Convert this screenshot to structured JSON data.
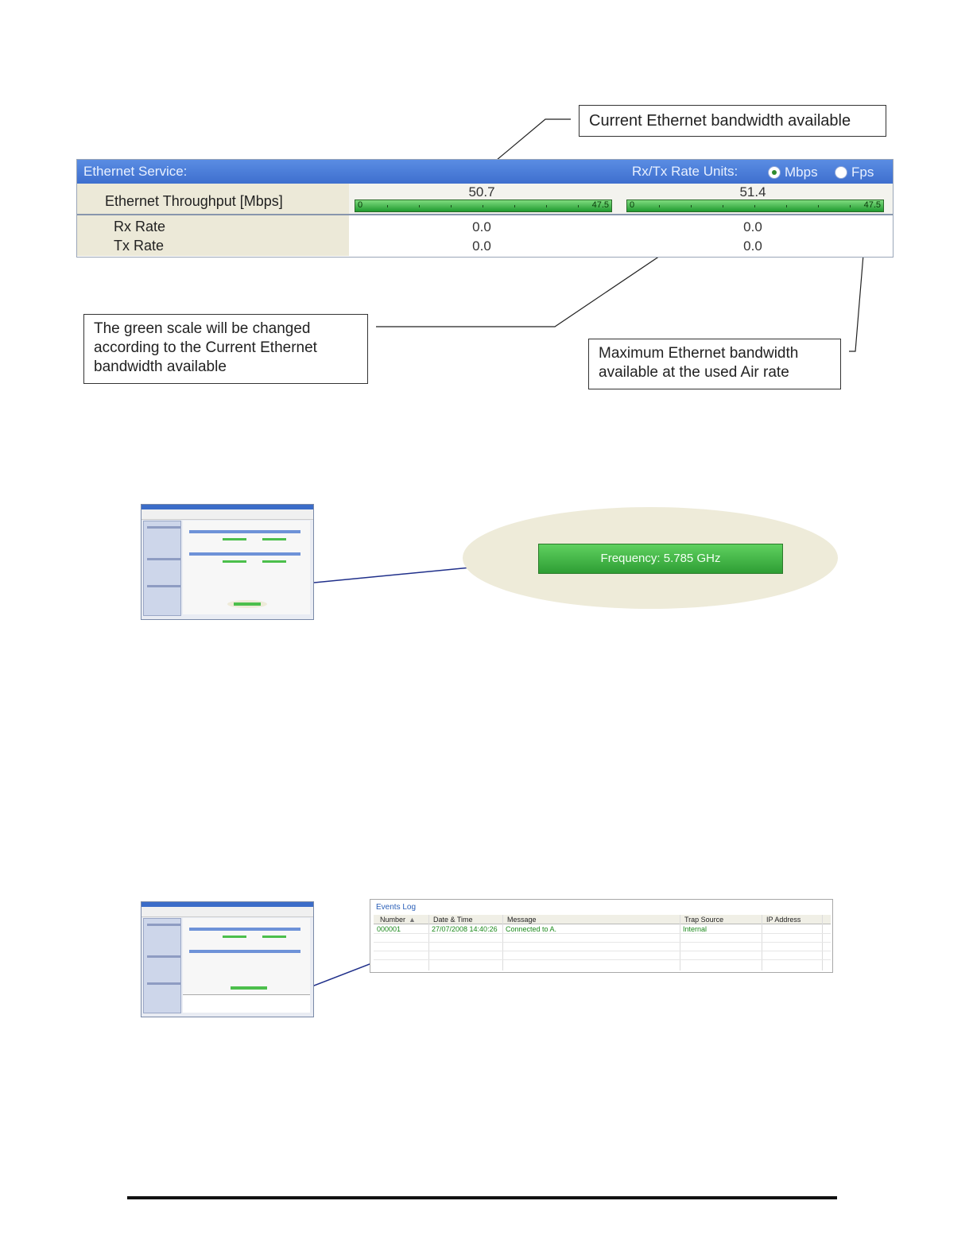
{
  "ethernet_service": {
    "title": "Ethernet Service:",
    "rate_units_label": "Rx/Tx Rate Units:",
    "unit_options": [
      {
        "label": "Mbps",
        "selected": true
      },
      {
        "label": "Fps",
        "selected": false
      }
    ],
    "throughput": {
      "label": "Ethernet Throughput [Mbps]",
      "site_a": {
        "value": "50.7",
        "scale_min": "0",
        "scale_max": "47.5"
      },
      "site_b": {
        "value": "51.4",
        "scale_min": "0",
        "scale_max": "47.5"
      }
    },
    "rows": [
      {
        "label": "Rx Rate",
        "site_a": "0.0",
        "site_b": "0.0"
      },
      {
        "label": "Tx Rate",
        "site_a": "0.0",
        "site_b": "0.0"
      }
    ]
  },
  "callouts": {
    "current_bandwidth": "Current Ethernet bandwidth available",
    "green_scale": "The green scale will be changed according to the Current Ethernet bandwidth available",
    "max_bandwidth": "Maximum Ethernet bandwidth available at the used Air rate"
  },
  "frequency": {
    "label": "Frequency: 5.785 GHz"
  },
  "events_log": {
    "title": "Events Log",
    "columns": [
      "Number",
      "Date & Time",
      "Message",
      "Trap Source",
      "IP Address"
    ],
    "sort_indicator": "▲",
    "rows": [
      {
        "number": "000001",
        "date_time": "27/07/2008 14:40:26",
        "message": "Connected to A.",
        "trap_source": "Internal",
        "ip_address": ""
      }
    ]
  },
  "colors": {
    "header_blue": "#3e6fce",
    "bar_green": "#2e9e34",
    "event_green": "#1c8a1c",
    "leader_line": "#1f2f8a"
  }
}
